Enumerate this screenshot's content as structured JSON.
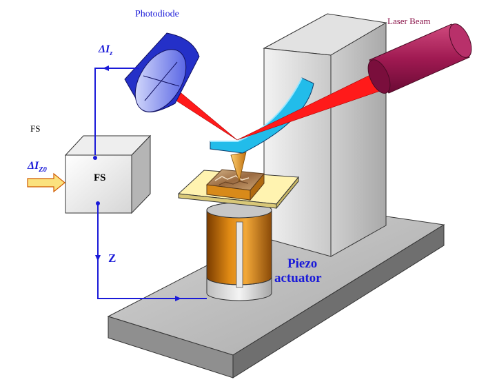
{
  "labels": {
    "photodiode": "Photodiode",
    "laser_beam": "Laser Beam",
    "fs_side": "FS",
    "fs_box": "FS",
    "delta_iz": {
      "delta": "ΔI",
      "sub": "z"
    },
    "delta_iz0": {
      "delta": "ΔI",
      "sub": "Z0"
    },
    "z": "Z",
    "piezo_line1": "Piezo",
    "piezo_line2": "actuator"
  },
  "colors": {
    "signal_line": "#1a1ad8",
    "laser_beam": "#ff1a1a",
    "laser_body": "#b0245e",
    "cantilever": "#22bcea",
    "tip": "#e6a020",
    "piezo": "#d98210",
    "sample_stage": "#fff3b0",
    "input_arrow": "#fbe27e"
  }
}
